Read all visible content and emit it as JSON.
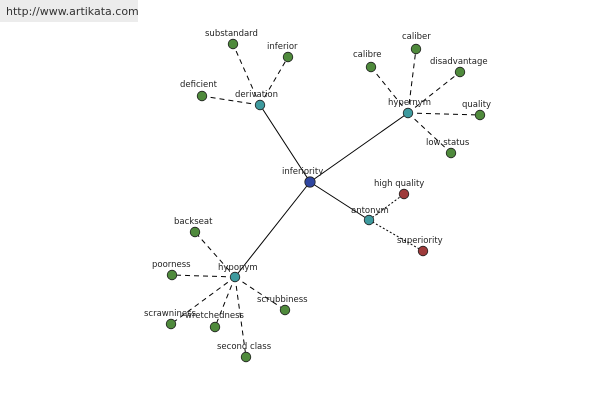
{
  "banner": {
    "url": "http://www.artikata.com"
  },
  "colors": {
    "center": "#2f46a0",
    "relation": "#3e9a9e",
    "leaf": "#4f8a3c",
    "antonym_leaf": "#9e3a3a"
  },
  "graph": {
    "center": {
      "label": "inferiority"
    },
    "relations": [
      {
        "id": "derivation",
        "label": "derivation",
        "leaves": [
          "substandard",
          "inferior",
          "deficient"
        ]
      },
      {
        "id": "hypernym",
        "label": "hypernym",
        "leaves": [
          "caliber",
          "calibre",
          "disadvantage",
          "quality",
          "low status"
        ]
      },
      {
        "id": "antonym",
        "label": "antonym",
        "leaves": [
          "high quality",
          "superiority"
        ]
      },
      {
        "id": "hyponym",
        "label": "hyponym",
        "leaves": [
          "backseat",
          "poorness",
          "scrubbiness",
          "scrawniness",
          "wretchedness",
          "second class"
        ]
      }
    ]
  }
}
